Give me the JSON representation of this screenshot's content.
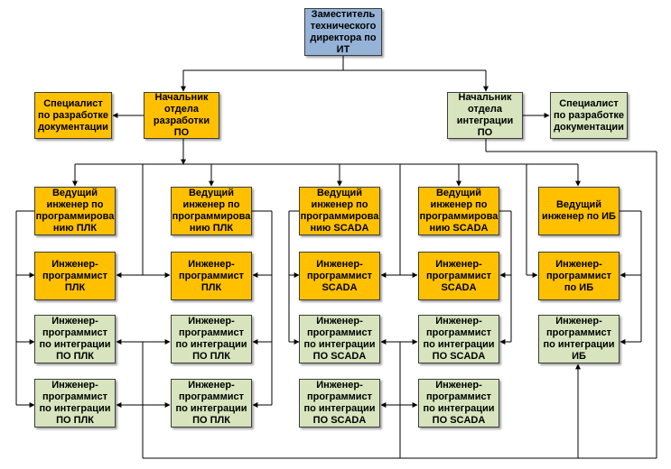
{
  "colors": {
    "director": "#95b3d7",
    "development": "#ffc000",
    "integration": "#d7e4bd",
    "lines": "#000000"
  },
  "director": "Заместитель технического директора по ИТ",
  "dev_head": "Начальник отдела разработки ПО",
  "int_head": "Начальник отдела интеграции ПО",
  "dev_doc_specialist": "Специалист по разработке документации",
  "int_doc_specialist": "Специалист по разработке документации",
  "columns": [
    {
      "lead": "Ведущий инженер по программирова нию ПЛК",
      "programmer": "Инженер-программист ПЛК",
      "integrators": [
        "Инженер-программист по интеграции ПО ПЛК",
        "Инженер-программист по интеграции ПО ПЛК"
      ]
    },
    {
      "lead": "Ведущий инженер по программирова нию ПЛК",
      "programmer": "Инженер-программист ПЛК",
      "integrators": [
        "Инженер-программист по интеграции ПО ПЛК",
        "Инженер-программист по интеграции ПО ПЛК"
      ]
    },
    {
      "lead": "Ведущий инженер по программирова нию SCADA",
      "programmer": "Инженер-программист SCADA",
      "integrators": [
        "Инженер-программист по интеграции ПО SCADA",
        "Инженер-программист по интеграции ПО SCADA"
      ]
    },
    {
      "lead": "Ведущий инженер по программирова нию SCADA",
      "programmer": "Инженер-программист SCADA",
      "integrators": [
        "Инженер-программист по интеграции ПО SCADA",
        "Инженер-программист по интеграции ПО SCADA"
      ]
    },
    {
      "lead": "Ведущий инженер по ИБ",
      "programmer": "Инженер-программист по ИБ",
      "integrators": [
        "Инженер-программист по интеграции ИБ"
      ]
    }
  ]
}
